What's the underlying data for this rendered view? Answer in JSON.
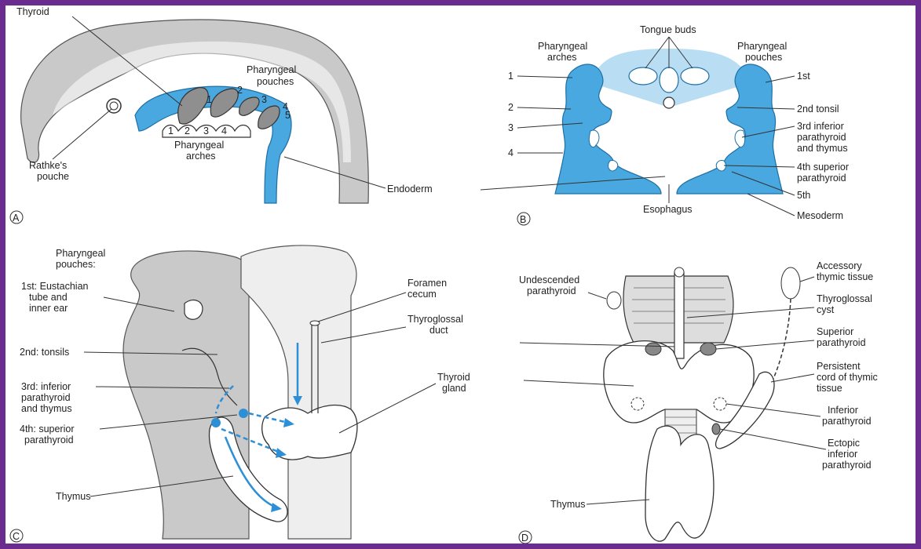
{
  "panelA": {
    "letter": "A",
    "thyroid": "Thyroid",
    "pouches_l1": "Pharyngeal",
    "pouches_l2": "pouches",
    "arches_l1": "Pharyngeal",
    "arches_l2": "arches",
    "rathke_l1": "Rathke's",
    "rathke_l2": "pouche",
    "pouch_nums": [
      "1",
      "2",
      "3",
      "4",
      "5"
    ],
    "arch_nums": [
      "1",
      "2",
      "3",
      "4"
    ],
    "endoderm": "Endoderm"
  },
  "panelB": {
    "letter": "B",
    "tongue_buds": "Tongue buds",
    "arches_l1": "Pharyngeal",
    "arches_l2": "arches",
    "pouches_l1": "Pharyngeal",
    "pouches_l2": "pouches",
    "arch_nums": [
      "1",
      "2",
      "3",
      "4"
    ],
    "first": "1st",
    "second": "2nd tonsil",
    "third_l1": "3rd inferior",
    "third_l2": "parathyroid",
    "third_l3": "and thymus",
    "fourth_l1": "4th superior",
    "fourth_l2": "parathyroid",
    "fifth": "5th",
    "mesoderm": "Mesoderm",
    "esophagus": "Esophagus"
  },
  "panelC": {
    "letter": "C",
    "pouches_l1": "Pharyngeal",
    "pouches_l2": "pouches:",
    "first_l1": "1st: Eustachian",
    "first_l2": "tube and",
    "first_l3": "inner ear",
    "second": "2nd: tonsils",
    "third_l1": "3rd: inferior",
    "third_l2": "parathyroid",
    "third_l3": "and thymus",
    "fourth_l1": "4th: superior",
    "fourth_l2": "parathyroid",
    "thymus": "Thymus",
    "foramen_l1": "Foramen",
    "foramen_l2": "cecum",
    "duct_l1": "Thyroglossal",
    "duct_l2": "duct",
    "gland_l1": "Thyroid",
    "gland_l2": "gland"
  },
  "panelD": {
    "letter": "D",
    "undesc_l1": "Undescended",
    "undesc_l2": "parathyroid",
    "accessory_l1": "Accessory",
    "accessory_l2": "thymic tissue",
    "cyst_l1": "Thyroglossal",
    "cyst_l2": "cyst",
    "superior_l1": "Superior",
    "superior_l2": "parathyroid",
    "persistent_l1": "Persistent",
    "persistent_l2": "cord of thymic",
    "persistent_l3": "tissue",
    "inferior_l1": "Inferior",
    "inferior_l2": "parathyroid",
    "ectopic_l1": "Ectopic",
    "ectopic_l2": "inferior",
    "ectopic_l3": "parathyroid",
    "thymus": "Thymus"
  },
  "colors": {
    "border": "#6a2d8f",
    "tissue_blue": "#4aa8e0",
    "arrow_blue": "#2d8fd5",
    "tissue_grey": "#c9c9c9"
  }
}
